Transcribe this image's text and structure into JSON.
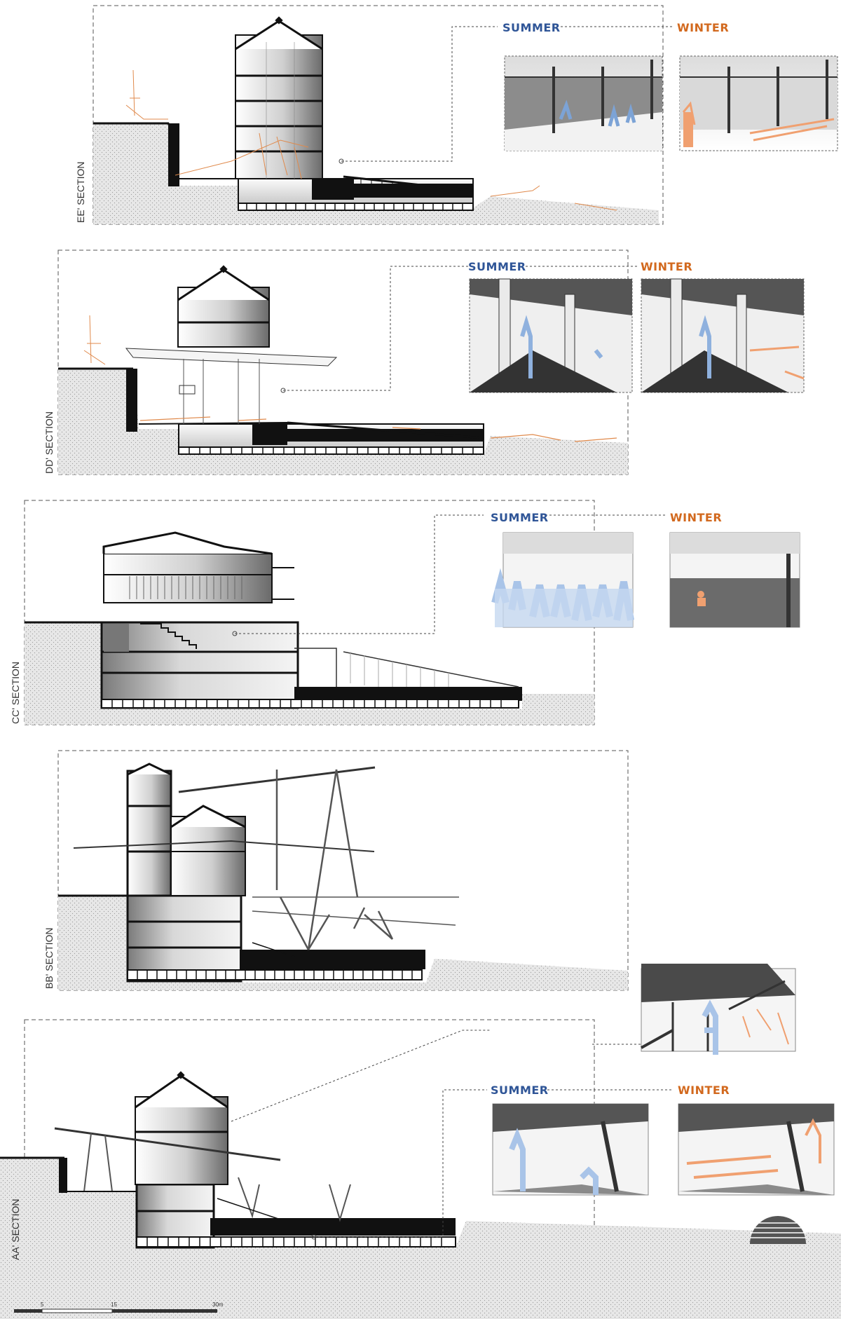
{
  "colors": {
    "summer": "#2f5597",
    "winter": "#d2691e",
    "people_summer": "#9ab8de",
    "people_winter": "#f0a070",
    "structure": "#111111",
    "ground_fill": "#e6e6e6",
    "frame_dash": "#555555"
  },
  "sections": [
    {
      "id": "ee",
      "label": "EE' SECTION",
      "seasons": {
        "summer": "SUMMER",
        "winter": "WINTER"
      }
    },
    {
      "id": "dd",
      "label": "DD' SECTION",
      "seasons": {
        "summer": "SUMMER",
        "winter": "WINTER"
      }
    },
    {
      "id": "cc",
      "label": "CC' SECTION",
      "seasons": {
        "summer": "SUMMER",
        "winter": "WINTER"
      }
    },
    {
      "id": "bb",
      "label": "BB' SECTION"
    },
    {
      "id": "aa",
      "label": "AA' SECTION",
      "seasons": {
        "summer": "SUMMER",
        "winter": "WINTER"
      }
    }
  ],
  "scale_bar": {
    "ticks": [
      "5",
      "15",
      "30m"
    ]
  }
}
